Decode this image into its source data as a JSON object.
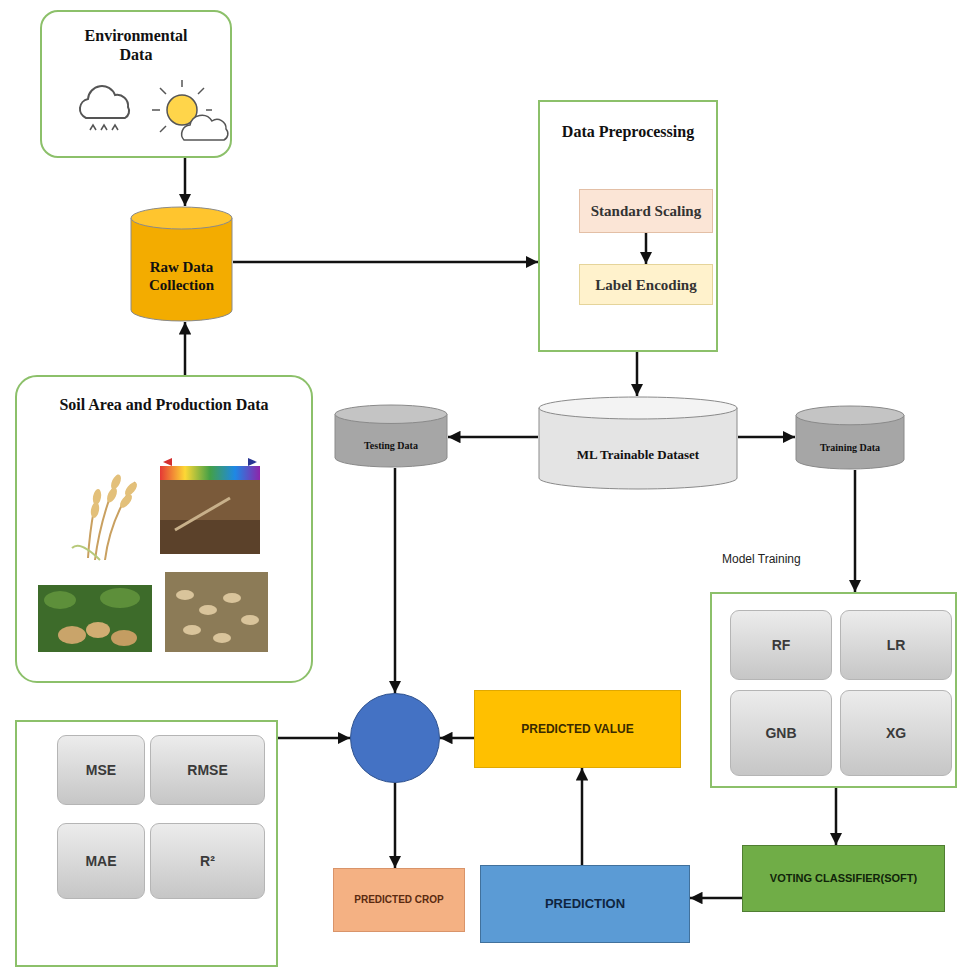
{
  "diagram": {
    "nodes": [
      {
        "text": [
          "Environmental Data"
        ]
      },
      {
        "text": [
          "Raw Data Collection"
        ]
      },
      {
        "text": [
          "Data Preprocessing"
        ]
      },
      {
        "text": [
          "Standard Scaling"
        ],
        "in": 2
      },
      {
        "text": [
          "Label Encoding"
        ],
        "in": 2
      },
      {
        "text": [
          "Soil Area and Production Data"
        ]
      },
      {
        "text": [
          "Testing Data"
        ]
      },
      {
        "text": [
          "ML Trainable Dataset"
        ]
      },
      {
        "text": [
          "Training Data"
        ]
      },
      {
        "text": []
      },
      {
        "text": [
          "RF"
        ],
        "in": 9
      },
      {
        "text": [
          "LR"
        ],
        "in": 9
      },
      {
        "text": [
          "GNB"
        ],
        "in": 9
      },
      {
        "text": [
          "XG"
        ],
        "in": 9
      },
      {
        "text": []
      },
      {
        "text": [
          "MSE"
        ],
        "in": 14
      },
      {
        "text": [
          "RMSE"
        ],
        "in": 14
      },
      {
        "text": [
          "MAE"
        ],
        "in": 14
      },
      {
        "text": [
          "R²"
        ],
        "in": 14
      },
      {
        "text": []
      },
      {
        "text": [
          "PREDICTED VALUE"
        ]
      },
      {
        "text": [
          "PREDICTED CROP"
        ]
      },
      {
        "text": [
          "PREDICTION"
        ]
      },
      {
        "text": [
          "VOTING CLASSIFIER(SOFT)"
        ]
      }
    ],
    "edges": [
      {
        "from": 0,
        "to": 1,
        "arrow": "to"
      },
      {
        "from": 5,
        "to": 1,
        "arrow": "to"
      },
      {
        "from": 1,
        "to": 2,
        "arrow": "to"
      },
      {
        "from": 3,
        "to": 4,
        "arrow": "to"
      },
      {
        "from": 2,
        "to": 7,
        "arrow": "to"
      },
      {
        "from": 7,
        "to": 6,
        "arrow": "to"
      },
      {
        "from": 7,
        "to": 8,
        "arrow": "to"
      },
      {
        "from": 8,
        "to": 9,
        "arrow": "to"
      },
      {
        "from": 9,
        "to": 23,
        "arrow": "to"
      },
      {
        "from": 23,
        "to": 22,
        "arrow": "to"
      },
      {
        "from": 22,
        "to": 20,
        "arrow": "to"
      },
      {
        "from": 20,
        "to": 19,
        "arrow": "to"
      },
      {
        "from": 6,
        "to": 19,
        "arrow": "to"
      },
      {
        "from": 14,
        "to": 19,
        "arrow": "to"
      },
      {
        "from": 19,
        "to": 21,
        "arrow": "to"
      }
    ],
    "labels": [
      "Model Training"
    ]
  }
}
